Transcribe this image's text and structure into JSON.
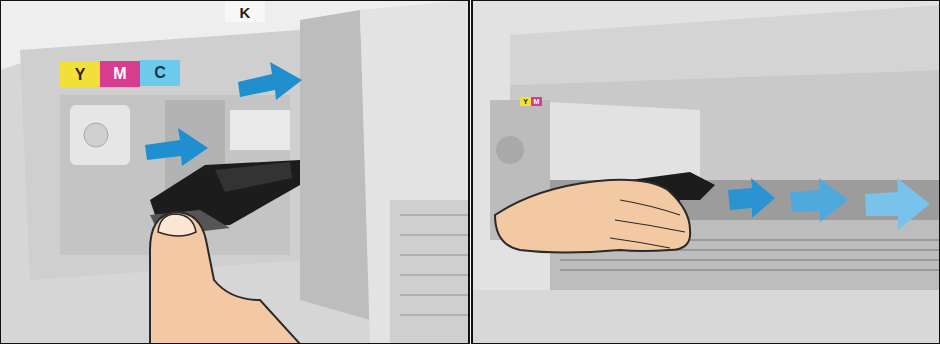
{
  "diagram": {
    "labels": [
      "Y",
      "M",
      "C",
      "K",
      "Y",
      "M"
    ]
  }
}
